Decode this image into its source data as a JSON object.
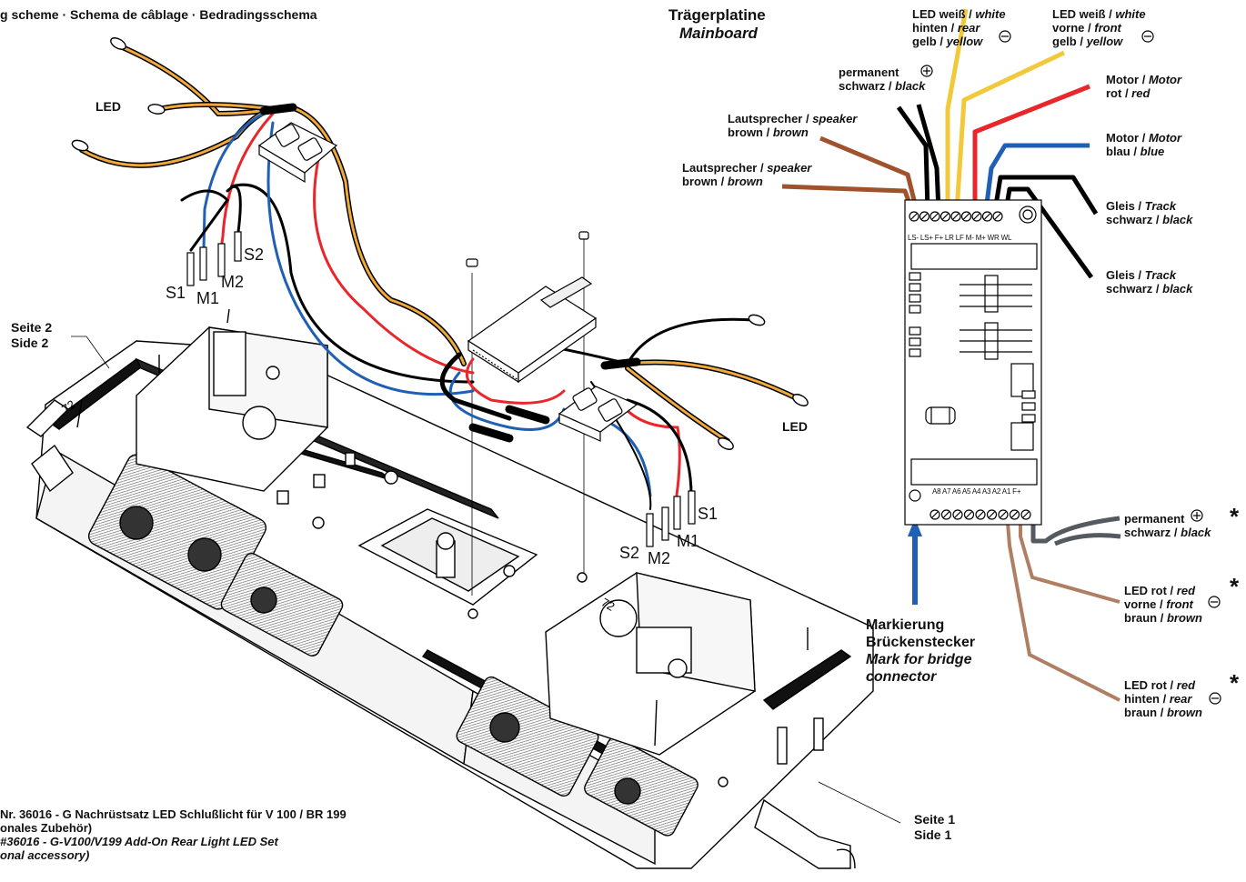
{
  "header": {
    "subtitle": "g scheme · Schema de câblage · Bedradingsschema"
  },
  "mainboard": {
    "title": "Trägerplatine",
    "title_en": "Mainboard",
    "top_pins": "LS- LS+ F+ LR  LF M- M+ WR WL",
    "bottom_pins": "A8 A7 A6 A5 A4 A3 A2 A1 F+"
  },
  "wires_top": [
    {
      "de": "LED weiß / ",
      "en": "white",
      "l2de": "hinten / ",
      "l2en": "rear",
      "l3de": "gelb / ",
      "l3en": "yellow",
      "sign": "⊖",
      "color": "#f2c93a"
    },
    {
      "de": "LED weiß / ",
      "en": "white",
      "l2de": "vorne / ",
      "l2en": "front",
      "l3de": "gelb / ",
      "l3en": "yellow",
      "sign": "⊖",
      "color": "#f2c93a"
    },
    {
      "de": "permanent",
      "en": "",
      "l2de": "schwarz / ",
      "l2en": "black",
      "sign": "⊕",
      "color": "#000000"
    },
    {
      "de": "Motor / ",
      "en": "Motor",
      "l2de": "rot / ",
      "l2en": "red",
      "color": "#e8262b"
    },
    {
      "de": "Motor / ",
      "en": "Motor",
      "l2de": "blau / ",
      "l2en": "blue",
      "color": "#1f5fb5"
    },
    {
      "de": "Lautsprecher / ",
      "en": "speaker",
      "l2de": "brown / ",
      "l2en": "brown",
      "color": "#a0522d"
    },
    {
      "de": "Lautsprecher / ",
      "en": "speaker",
      "l2de": "brown / ",
      "l2en": "brown",
      "color": "#a0522d"
    },
    {
      "de": "Gleis / ",
      "en": "Track",
      "l2de": "schwarz / ",
      "l2en": "black",
      "color": "#000000"
    },
    {
      "de": "Gleis / ",
      "en": "Track",
      "l2de": "schwarz / ",
      "l2en": "black",
      "color": "#000000"
    }
  ],
  "wires_bottom": [
    {
      "de": "permanent",
      "l2de": "schwarz / ",
      "l2en": "black",
      "sign": "⊕",
      "color": "#555a60"
    },
    {
      "de": "LED rot / ",
      "en": "red",
      "l2de": "vorne / ",
      "l2en": "front",
      "l3de": "braun / ",
      "l3en": "brown",
      "sign": "⊖",
      "color": "#b07e62"
    },
    {
      "de": "LED rot / ",
      "en": "red",
      "l2de": "hinten / ",
      "l2en": "rear",
      "l3de": "braun / ",
      "l3en": "brown",
      "sign": "⊖",
      "color": "#b07e62"
    }
  ],
  "bridge": {
    "l1": "Markierung",
    "l2": "Brückenstecker",
    "l3": "Mark for bridge",
    "l4": "connector",
    "color": "#1f5fb5"
  },
  "led_label": "LED",
  "pins": {
    "s1": "S1",
    "m1": "M1",
    "m2": "M2",
    "s2": "S2"
  },
  "side2": {
    "de": "Seite 2",
    "en": "Side 2"
  },
  "side1": {
    "de": "Seite 1",
    "en": "Side 1"
  },
  "footer": {
    "l1": "Nr. 36016 - G Nachrüstsatz LED Schlußlicht für V 100 / BR 199",
    "l2": "onales Zubehör)",
    "l3": "#36016 - G-V100/V199 Add-On Rear Light LED Set",
    "l4": "onal accessory)"
  },
  "star": "*"
}
